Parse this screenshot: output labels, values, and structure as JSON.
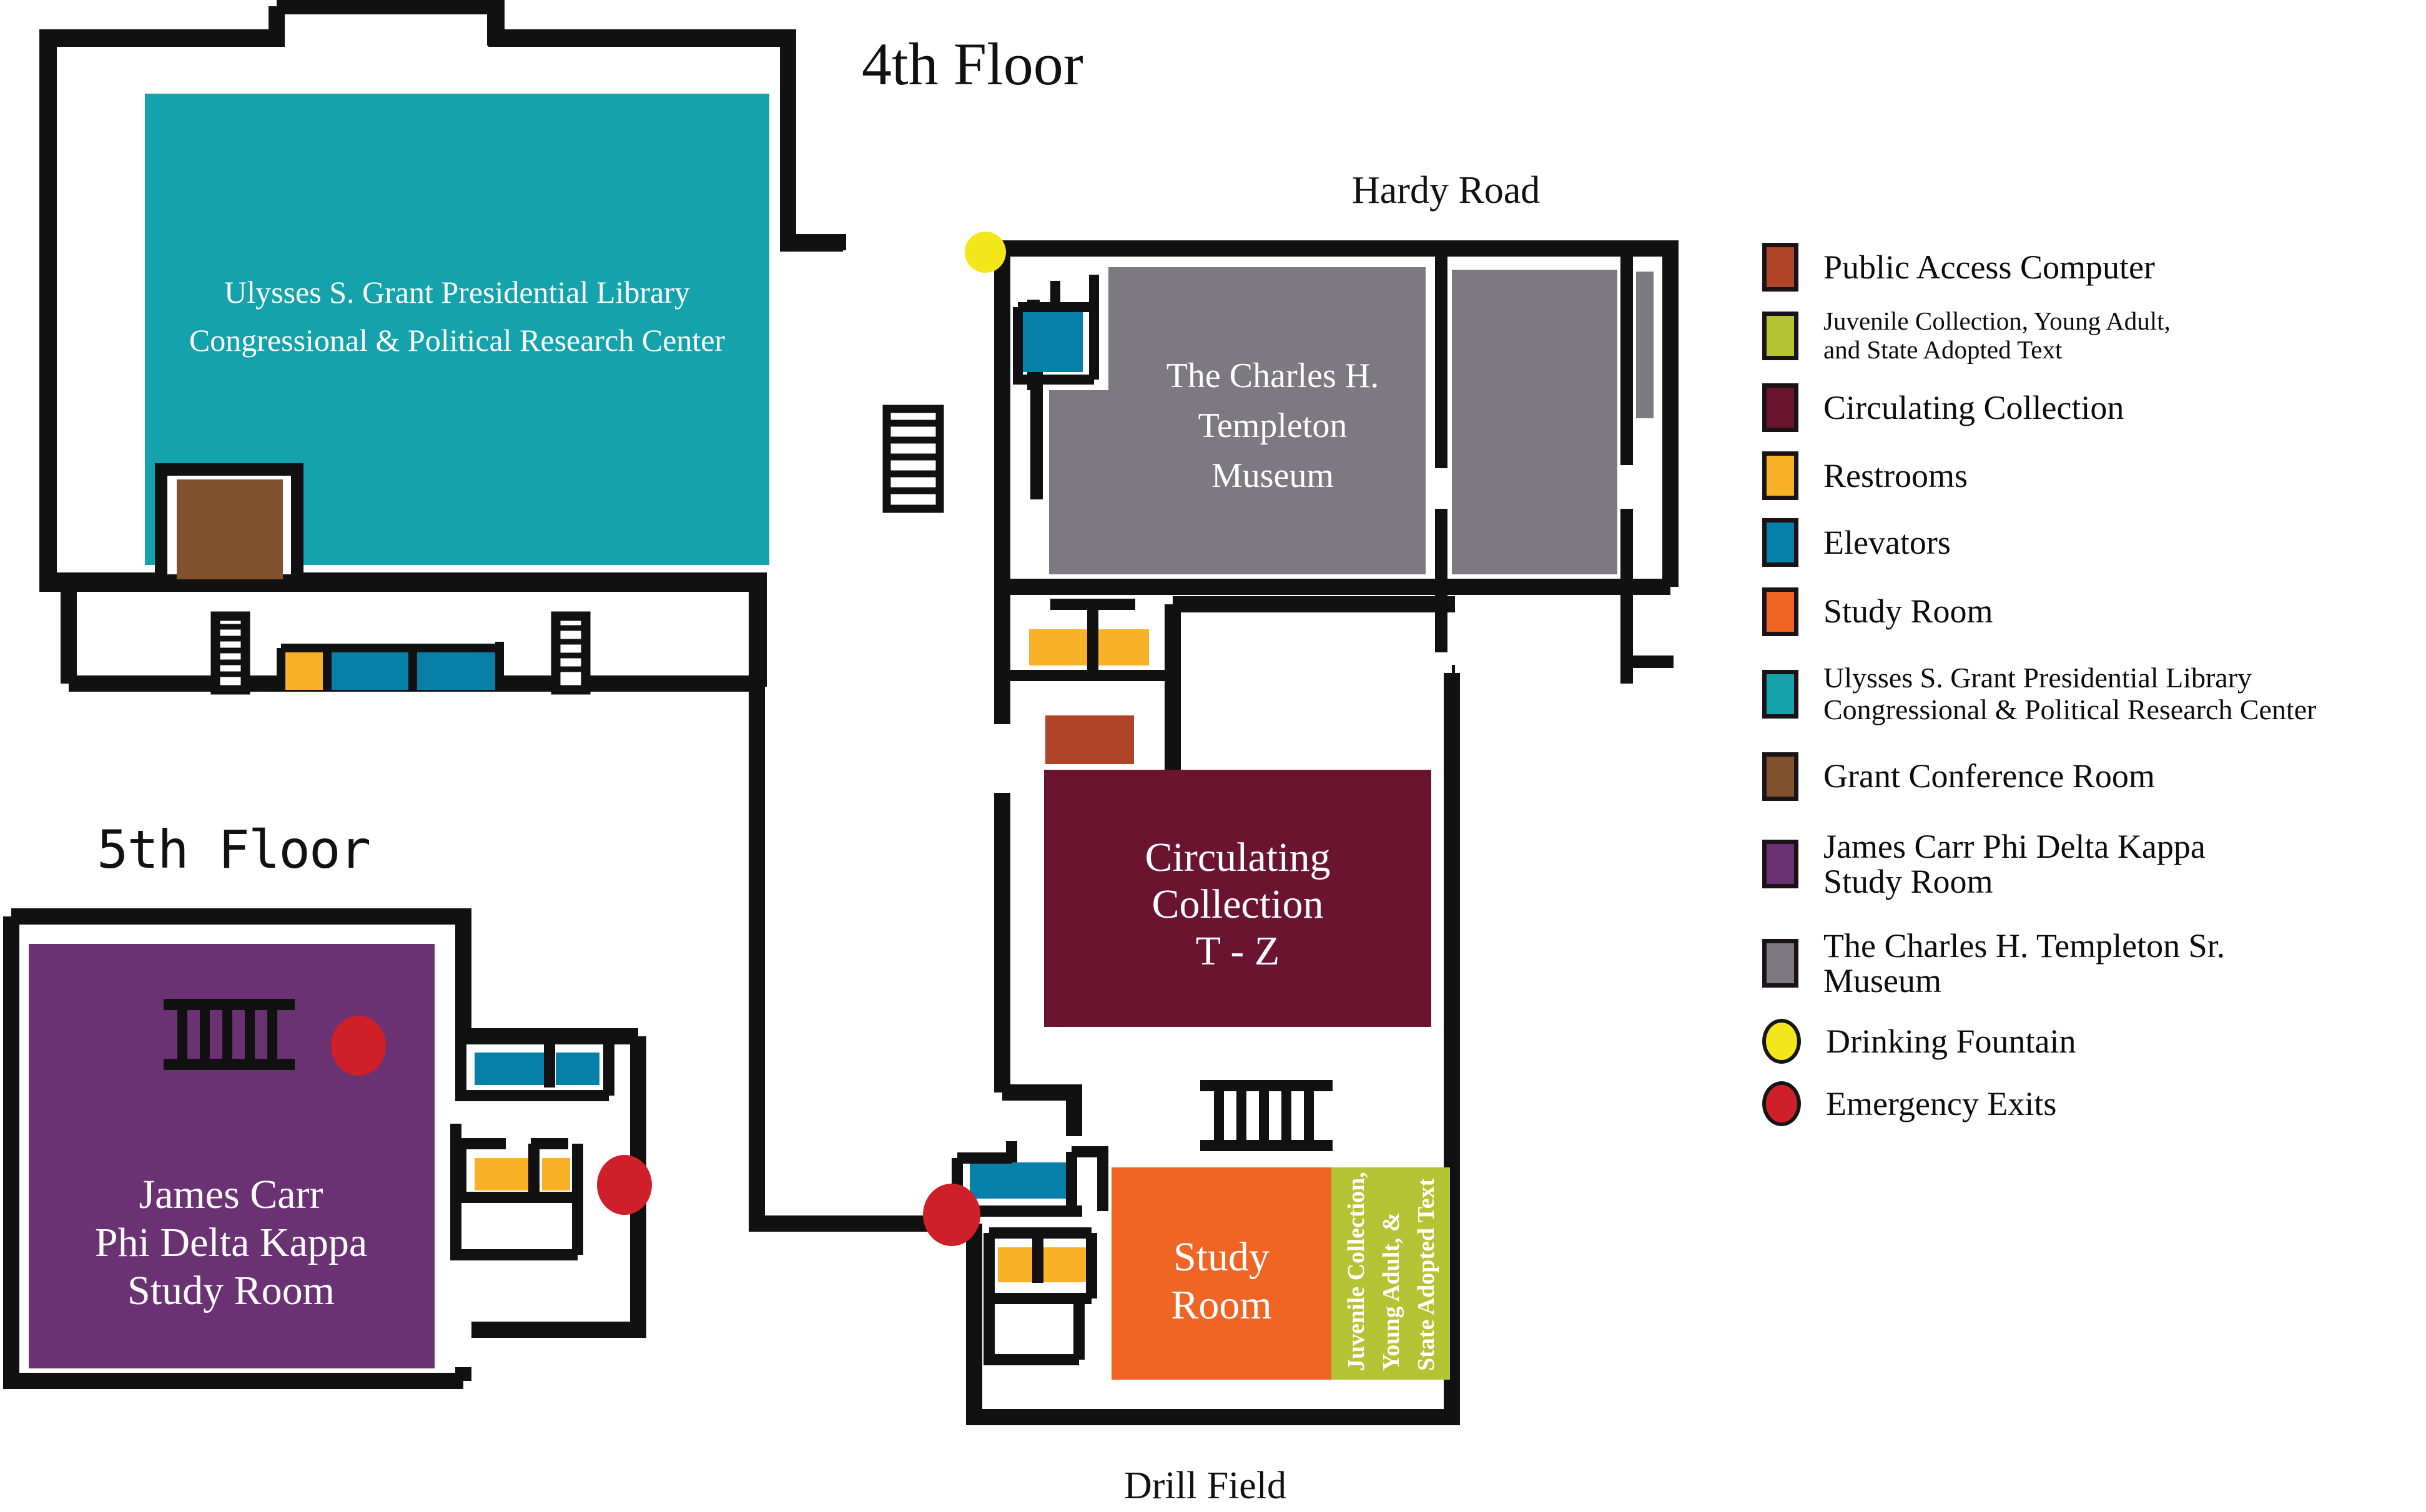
{
  "titles": {
    "floor4": "4th Floor",
    "floor5": "5th Floor"
  },
  "streets": {
    "hardy_road": "Hardy Road",
    "drill_field": "Drill Field"
  },
  "rooms": {
    "grant_library_l1": "Ulysses S. Grant Presidential Library",
    "grant_library_l2": "Congressional & Political Research Center",
    "museum_l1": "The Charles H.",
    "museum_l2": "Templeton",
    "museum_l3": "Museum",
    "circulating_l1": "Circulating",
    "circulating_l2": "Collection",
    "circulating_l3": "T - Z",
    "study_room_l1": "Study",
    "study_room_l2": "Room",
    "juvenile_l1": "Juvenile Collection,",
    "juvenile_l2": "Young Adult, &",
    "juvenile_l3": "State Adopted Text",
    "carr_l1": "James Carr",
    "carr_l2": "Phi Delta Kappa",
    "carr_l3": "Study Room"
  },
  "legend": {
    "items": [
      {
        "marker": "square",
        "color": "#b04428",
        "lines": [
          "Public Access Computer"
        ],
        "size": "normal",
        "name": "public-access-computer"
      },
      {
        "marker": "square",
        "color": "#b4c334",
        "lines": [
          "Juvenile Collection, Young Adult,",
          "and State Adopted Text"
        ],
        "size": "small",
        "name": "juvenile-collection"
      },
      {
        "marker": "square",
        "color": "#6b1430",
        "lines": [
          "Circulating  Collection"
        ],
        "size": "normal",
        "name": "circulating-collection"
      },
      {
        "marker": "square",
        "color": "#f9b127",
        "lines": [
          "Restrooms"
        ],
        "size": "normal",
        "name": "restrooms"
      },
      {
        "marker": "square",
        "color": "#0680a8",
        "lines": [
          "Elevators"
        ],
        "size": "normal",
        "name": "elevators"
      },
      {
        "marker": "square",
        "color": "#f06424",
        "lines": [
          "Study Room"
        ],
        "size": "normal",
        "name": "study-room"
      },
      {
        "marker": "square",
        "color": "#14a3ad",
        "lines": [
          "Ulysses S. Grant Presidential Library",
          "Congressional & Political Research Center"
        ],
        "size": "med",
        "name": "grant-library"
      },
      {
        "marker": "square",
        "color": "#82522f",
        "lines": [
          "Grant Conference Room"
        ],
        "size": "normal",
        "name": "grant-conference-room"
      },
      {
        "marker": "square",
        "color": "#6a3173",
        "lines": [
          "James Carr Phi Delta Kappa",
          "Study Room"
        ],
        "size": "normal",
        "name": "james-carr-study-room"
      },
      {
        "marker": "square",
        "color": "#7c7a80",
        "lines": [
          " The Charles H. Templeton Sr.",
          " Museum"
        ],
        "size": "normal",
        "name": "templeton-museum"
      },
      {
        "marker": "circle",
        "color": "#f3e61a",
        "lines": [
          "Drinking Fountain"
        ],
        "size": "normal",
        "name": "drinking-fountain"
      },
      {
        "marker": "circle",
        "color": "#cf2029",
        "lines": [
          "Emergency Exits"
        ],
        "size": "normal",
        "name": "emergency-exits"
      }
    ]
  },
  "colors": {
    "wall": "#111111",
    "teal": "#14a3ad",
    "gray": "#7c7a80",
    "maroon": "#6b1430",
    "orange_study": "#f06424",
    "green": "#b4c334",
    "purple": "#6a3173",
    "brown": "#82522f",
    "rust": "#b04428",
    "restroom": "#f9b127",
    "elevator": "#0680a8",
    "fountain": "#f3e61a",
    "exit": "#cf2029"
  }
}
